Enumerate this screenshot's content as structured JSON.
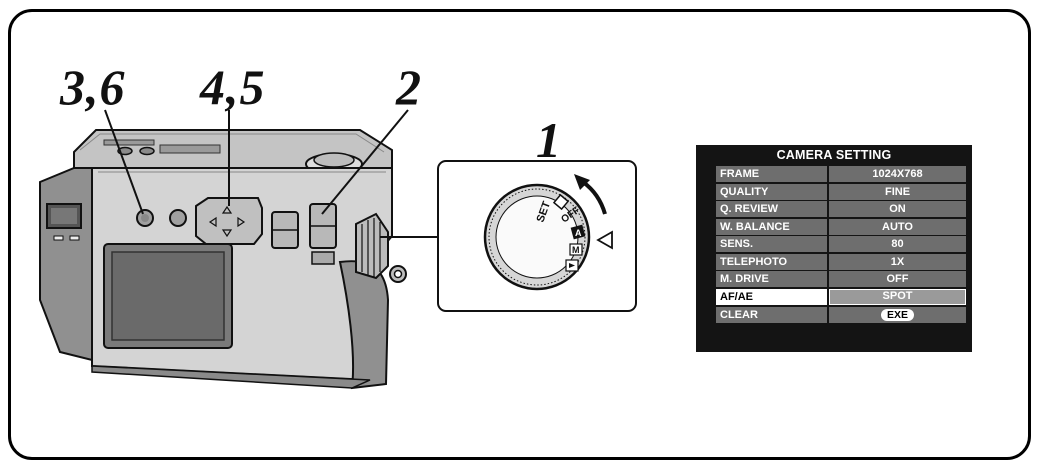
{
  "callouts": {
    "c36": "3,6",
    "c45": "4,5",
    "c2": "2",
    "c1": "1"
  },
  "dial": {
    "set": "SET",
    "off": "OFF",
    "a": "A",
    "m": "M"
  },
  "menu": {
    "title": "CAMERA SETTING",
    "rows": [
      {
        "label": "FRAME",
        "value": "1024X768"
      },
      {
        "label": "QUALITY",
        "value": "FINE"
      },
      {
        "label": "Q. REVIEW",
        "value": "ON"
      },
      {
        "label": "W. BALANCE",
        "value": "AUTO"
      },
      {
        "label": "SENS.",
        "value": "80"
      },
      {
        "label": "TELEPHOTO",
        "value": "1X"
      },
      {
        "label": "M. DRIVE",
        "value": "OFF"
      },
      {
        "label": "AF/AE",
        "value": "SPOT"
      },
      {
        "label": "CLEAR",
        "value": "EXE"
      }
    ],
    "selected_row": "AF/AE"
  },
  "colors": {
    "panel_bg": "#141414",
    "row_bg": "#6e6e6e",
    "camera_light": "#d2d2d2",
    "camera_mid": "#a8a8a8",
    "camera_dark": "#6c6c6c"
  }
}
